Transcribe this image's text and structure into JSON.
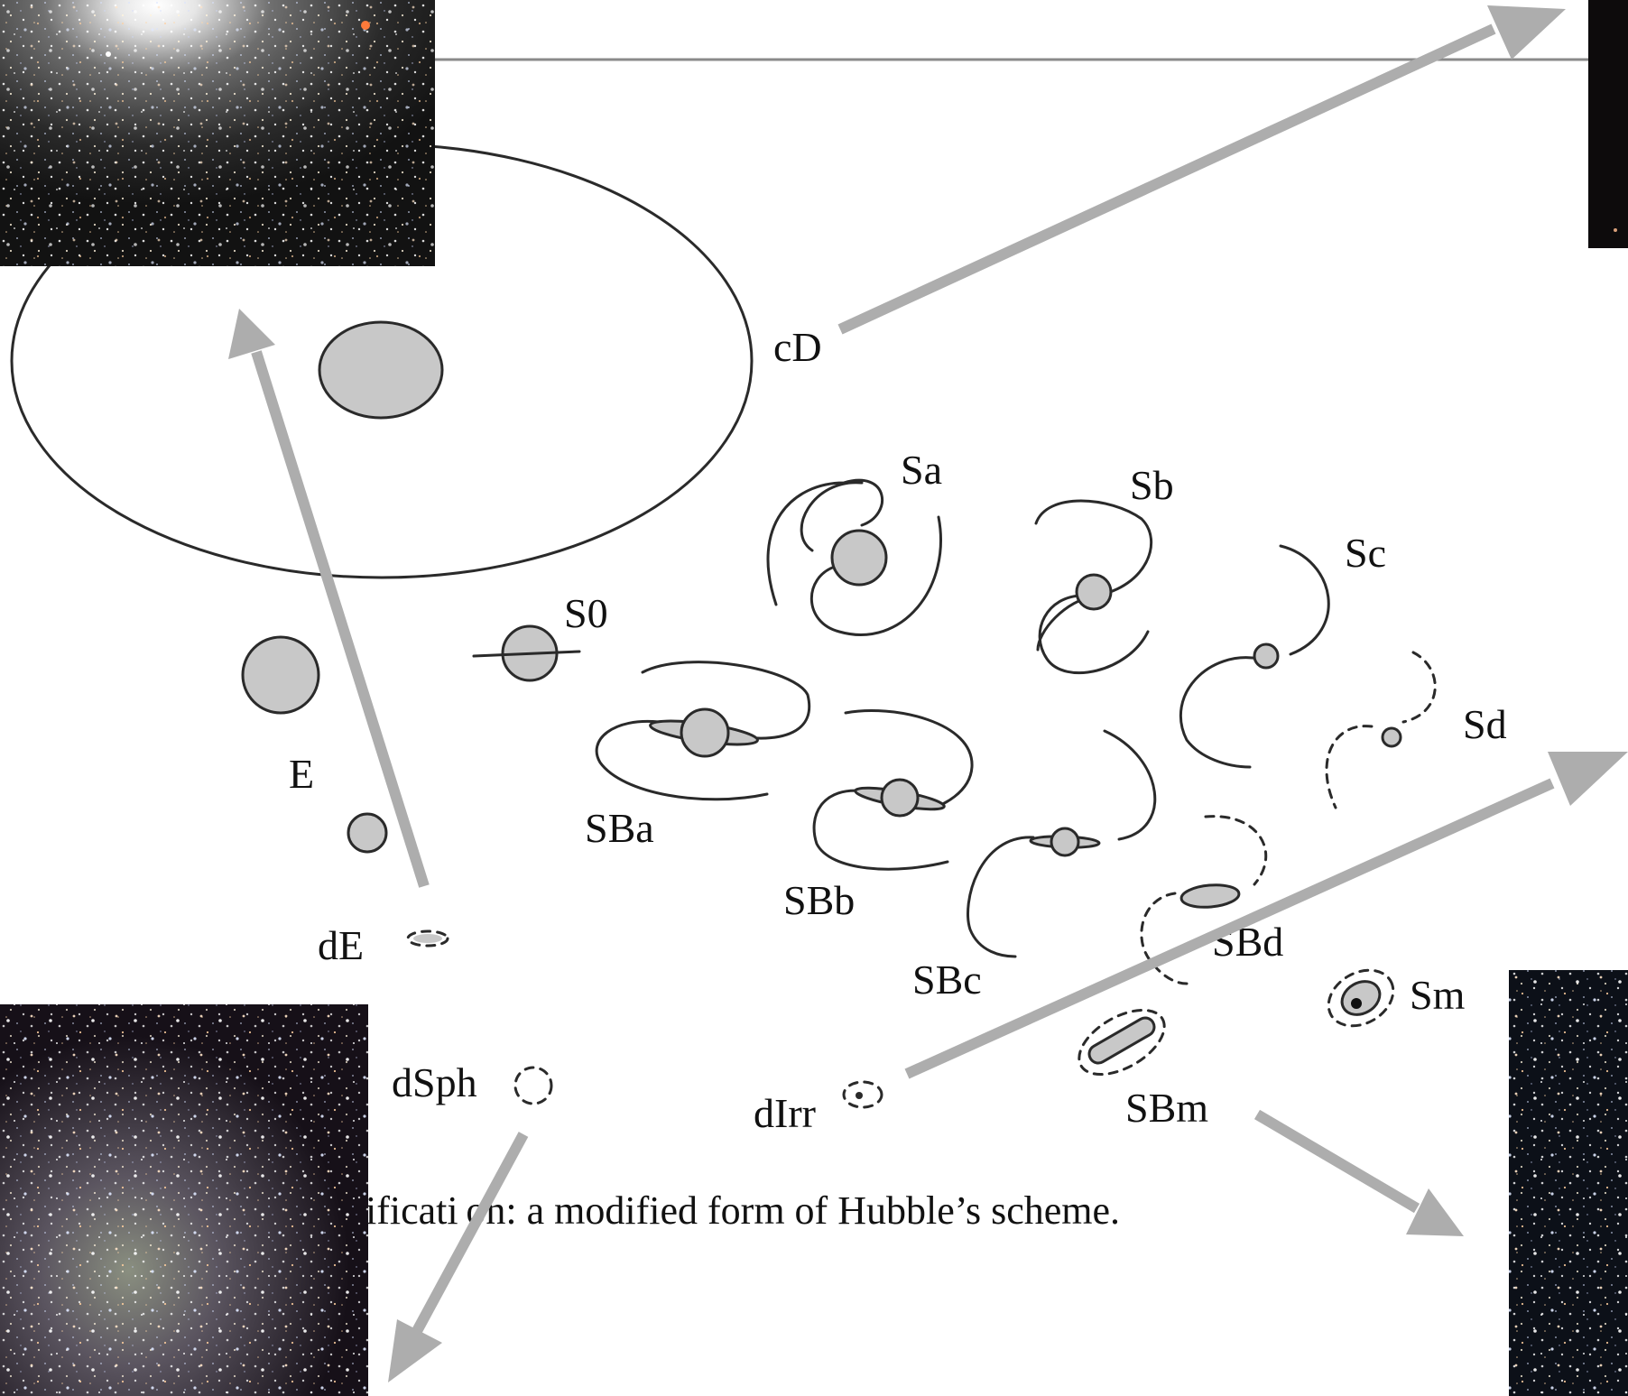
{
  "diagram": {
    "caption_fragment": "ificati on: a modified form of Hubble’s scheme.",
    "labels": {
      "cD": "cD",
      "Sa": "Sa",
      "Sb": "Sb",
      "Sc": "Sc",
      "S0": "S0",
      "Sd": "Sd",
      "E": "E",
      "SBa": "SBa",
      "SBb": "SBb",
      "SBc": "SBc",
      "SBd": "SBd",
      "Sm": "Sm",
      "SBm": "SBm",
      "dE": "dE",
      "dSph": "dSph",
      "dIrr": "dIrr"
    },
    "colors": {
      "arrow": "#adadad",
      "bulge_fill": "#c8c8c8",
      "ink": "#2a2a2a",
      "rule": "#8a8a8a",
      "background": "#ffffff"
    },
    "photos": [
      {
        "name": "globular-star-cluster-photo",
        "shown_as": "star field with bright core"
      },
      {
        "name": "dwarf-spheroidal-galaxy-photo",
        "shown_as": "faint diffuse star field"
      },
      {
        "name": "irregular-galaxy-photo",
        "shown_as": "dark star field"
      },
      {
        "name": "cd-galaxy-photo",
        "shown_as": "dark cropped image"
      }
    ]
  }
}
